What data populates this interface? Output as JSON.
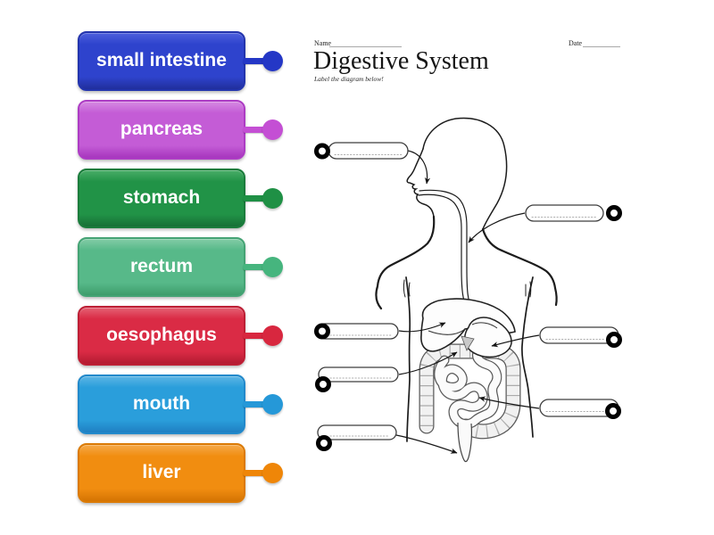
{
  "label_bank": {
    "tiles": [
      {
        "label": "small intestine",
        "color_light": "#4d5fdd",
        "color_main": "#2e43cd",
        "color_dark": "#212f9c",
        "color_border": "#2334ad",
        "color_knob": "#2437c6"
      },
      {
        "label": "pancreas",
        "color_light": "#d68ae2",
        "color_main": "#c45cd6",
        "color_dark": "#a636bd",
        "color_border": "#ad3cc4",
        "color_knob": "#c44fd4"
      },
      {
        "label": "stomach",
        "color_light": "#4aad68",
        "color_main": "#219347",
        "color_dark": "#176f36",
        "color_border": "#1b7c3c",
        "color_knob": "#1f9045"
      },
      {
        "label": "rectum",
        "color_light": "#83cca6",
        "color_main": "#57b989",
        "color_dark": "#3d9c6b",
        "color_border": "#44a374",
        "color_knob": "#46b57e"
      },
      {
        "label": "oesophagus",
        "color_light": "#e56274",
        "color_main": "#da2b45",
        "color_dark": "#b31a31",
        "color_border": "#bd1f35",
        "color_knob": "#d8273f"
      },
      {
        "label": "mouth",
        "color_light": "#5cb5e5",
        "color_main": "#2a9edb",
        "color_dark": "#1f7fc2",
        "color_border": "#2289cb",
        "color_knob": "#2598d8"
      },
      {
        "label": "liver",
        "color_light": "#f5a94a",
        "color_main": "#f18d10",
        "color_dark": "#d47403",
        "color_border": "#db7a05",
        "color_knob": "#ef8608"
      }
    ]
  },
  "worksheet": {
    "name_label": "Name",
    "date_label": "Date",
    "title": "Digestive System",
    "subtitle": "Label the diagram below!"
  }
}
